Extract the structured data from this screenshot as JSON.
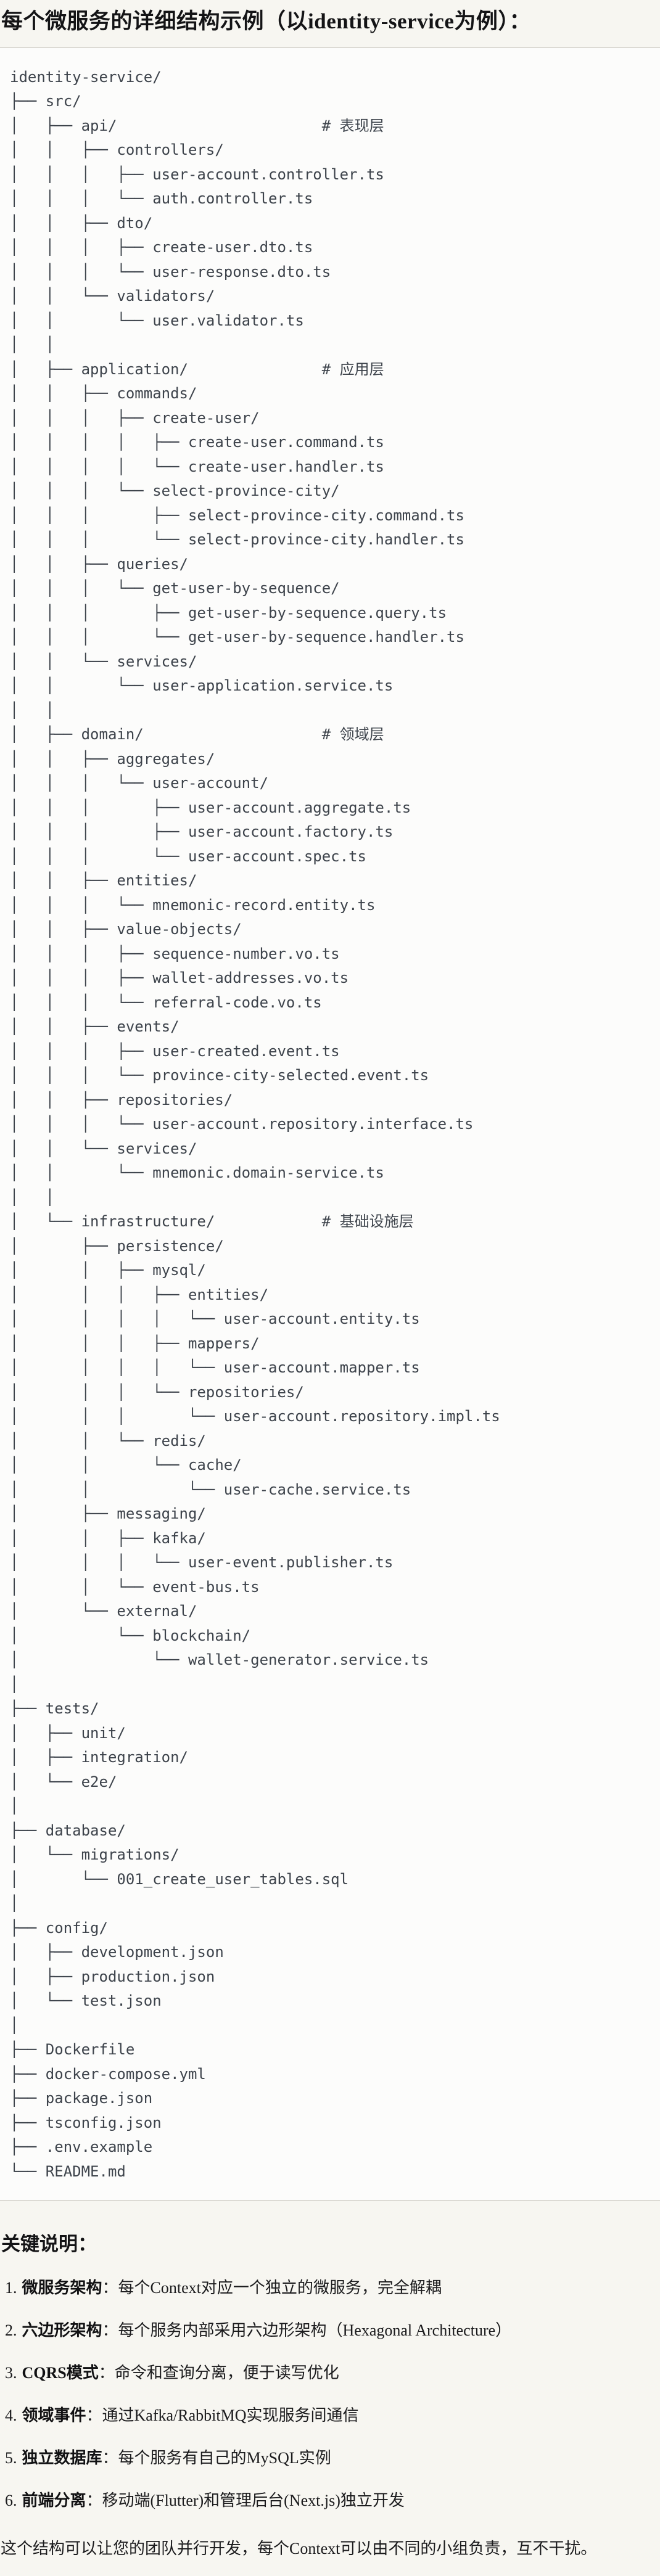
{
  "page": {
    "title": "每个微服务的详细结构示例（以identity-service为例）：",
    "section_heading": "关键说明：",
    "closing_paragraph": "这个结构可以让您的团队并行开发，每个Context可以由不同的小组负责，互不干扰。"
  },
  "code_block": {
    "root": "identity-service/",
    "layer_comments": [
      "# 表现层",
      "# 应用层",
      "# 领域层",
      "# 基础设施层"
    ],
    "tree_lines": [
      "identity-service/",
      "├── src/",
      "│   ├── api/                       # 表现层",
      "│   │   ├── controllers/",
      "│   │   │   ├── user-account.controller.ts",
      "│   │   │   └── auth.controller.ts",
      "│   │   ├── dto/",
      "│   │   │   ├── create-user.dto.ts",
      "│   │   │   └── user-response.dto.ts",
      "│   │   └── validators/",
      "│   │       └── user.validator.ts",
      "│   │",
      "│   ├── application/               # 应用层",
      "│   │   ├── commands/",
      "│   │   │   ├── create-user/",
      "│   │   │   │   ├── create-user.command.ts",
      "│   │   │   │   └── create-user.handler.ts",
      "│   │   │   └── select-province-city/",
      "│   │   │       ├── select-province-city.command.ts",
      "│   │   │       └── select-province-city.handler.ts",
      "│   │   ├── queries/",
      "│   │   │   └── get-user-by-sequence/",
      "│   │   │       ├── get-user-by-sequence.query.ts",
      "│   │   │       └── get-user-by-sequence.handler.ts",
      "│   │   └── services/",
      "│   │       └── user-application.service.ts",
      "│   │",
      "│   ├── domain/                    # 领域层",
      "│   │   ├── aggregates/",
      "│   │   │   └── user-account/",
      "│   │   │       ├── user-account.aggregate.ts",
      "│   │   │       ├── user-account.factory.ts",
      "│   │   │       └── user-account.spec.ts",
      "│   │   ├── entities/",
      "│   │   │   └── mnemonic-record.entity.ts",
      "│   │   ├── value-objects/",
      "│   │   │   ├── sequence-number.vo.ts",
      "│   │   │   ├── wallet-addresses.vo.ts",
      "│   │   │   └── referral-code.vo.ts",
      "│   │   ├── events/",
      "│   │   │   ├── user-created.event.ts",
      "│   │   │   └── province-city-selected.event.ts",
      "│   │   ├── repositories/",
      "│   │   │   └── user-account.repository.interface.ts",
      "│   │   └── services/",
      "│   │       └── mnemonic.domain-service.ts",
      "│   │",
      "│   └── infrastructure/            # 基础设施层",
      "│       ├── persistence/",
      "│       │   ├── mysql/",
      "│       │   │   ├── entities/",
      "│       │   │   │   └── user-account.entity.ts",
      "│       │   │   ├── mappers/",
      "│       │   │   │   └── user-account.mapper.ts",
      "│       │   │   └── repositories/",
      "│       │   │       └── user-account.repository.impl.ts",
      "│       │   └── redis/",
      "│       │       └── cache/",
      "│       │           └── user-cache.service.ts",
      "│       ├── messaging/",
      "│       │   ├── kafka/",
      "│       │   │   └── user-event.publisher.ts",
      "│       │   └── event-bus.ts",
      "│       └── external/",
      "│           └── blockchain/",
      "│               └── wallet-generator.service.ts",
      "│",
      "├── tests/",
      "│   ├── unit/",
      "│   ├── integration/",
      "│   └── e2e/",
      "│",
      "├── database/",
      "│   └── migrations/",
      "│       └── 001_create_user_tables.sql",
      "│",
      "├── config/",
      "│   ├── development.json",
      "│   ├── production.json",
      "│   └── test.json",
      "│",
      "├── Dockerfile",
      "├── docker-compose.yml",
      "├── package.json",
      "├── tsconfig.json",
      "├── .env.example",
      "└── README.md"
    ]
  },
  "key_points": [
    {
      "num": "1.",
      "term": "微服务架构",
      "sep": "：",
      "desc": "每个Context对应一个独立的微服务，完全解耦"
    },
    {
      "num": "2.",
      "term": "六边形架构",
      "sep": "：",
      "desc": "每个服务内部采用六边形架构（Hexagonal Architecture）"
    },
    {
      "num": "3.",
      "term": "CQRS模式",
      "sep": "：",
      "desc": "命令和查询分离，便于读写优化"
    },
    {
      "num": "4.",
      "term": "领域事件",
      "sep": "：",
      "desc": "通过Kafka/RabbitMQ实现服务间通信"
    },
    {
      "num": "5.",
      "term": "独立数据库",
      "sep": "：",
      "desc": "每个服务有自己的MySQL实例"
    },
    {
      "num": "6.",
      "term": "前端分离",
      "sep": "：",
      "desc": "移动端(Flutter)和管理后台(Next.js)独立开发"
    }
  ]
}
